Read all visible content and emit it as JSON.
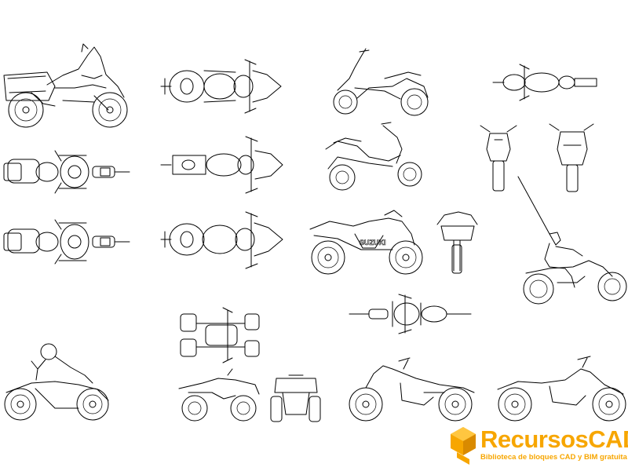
{
  "drawing": {
    "blocks": [
      "motorcycle-touring-side",
      "motorcycle-touring-top-1",
      "motorcycle-touring-top-2",
      "motorcycle-sport-top-1",
      "motorcycle-sport-top-2",
      "motorcycle-sport-top-3",
      "scooter-side-right",
      "scooter-side-left",
      "scooter-top",
      "scooter-front",
      "scooter-rear",
      "sportbike-side",
      "sportbike-front",
      "rider-cruiser-side",
      "cruiser-top",
      "atv-top",
      "atv-side",
      "atv-front",
      "rider-sportbike-side",
      "cruiser-side-1",
      "cruiser-side-2"
    ],
    "sportbike_decal": "SUZUKI"
  },
  "logo": {
    "name_main": "Recursos",
    "name_accent": "CAD",
    "tagline": "Biblioteca de bloques CAD y BIM gratuita",
    "color": "#f7a600"
  }
}
